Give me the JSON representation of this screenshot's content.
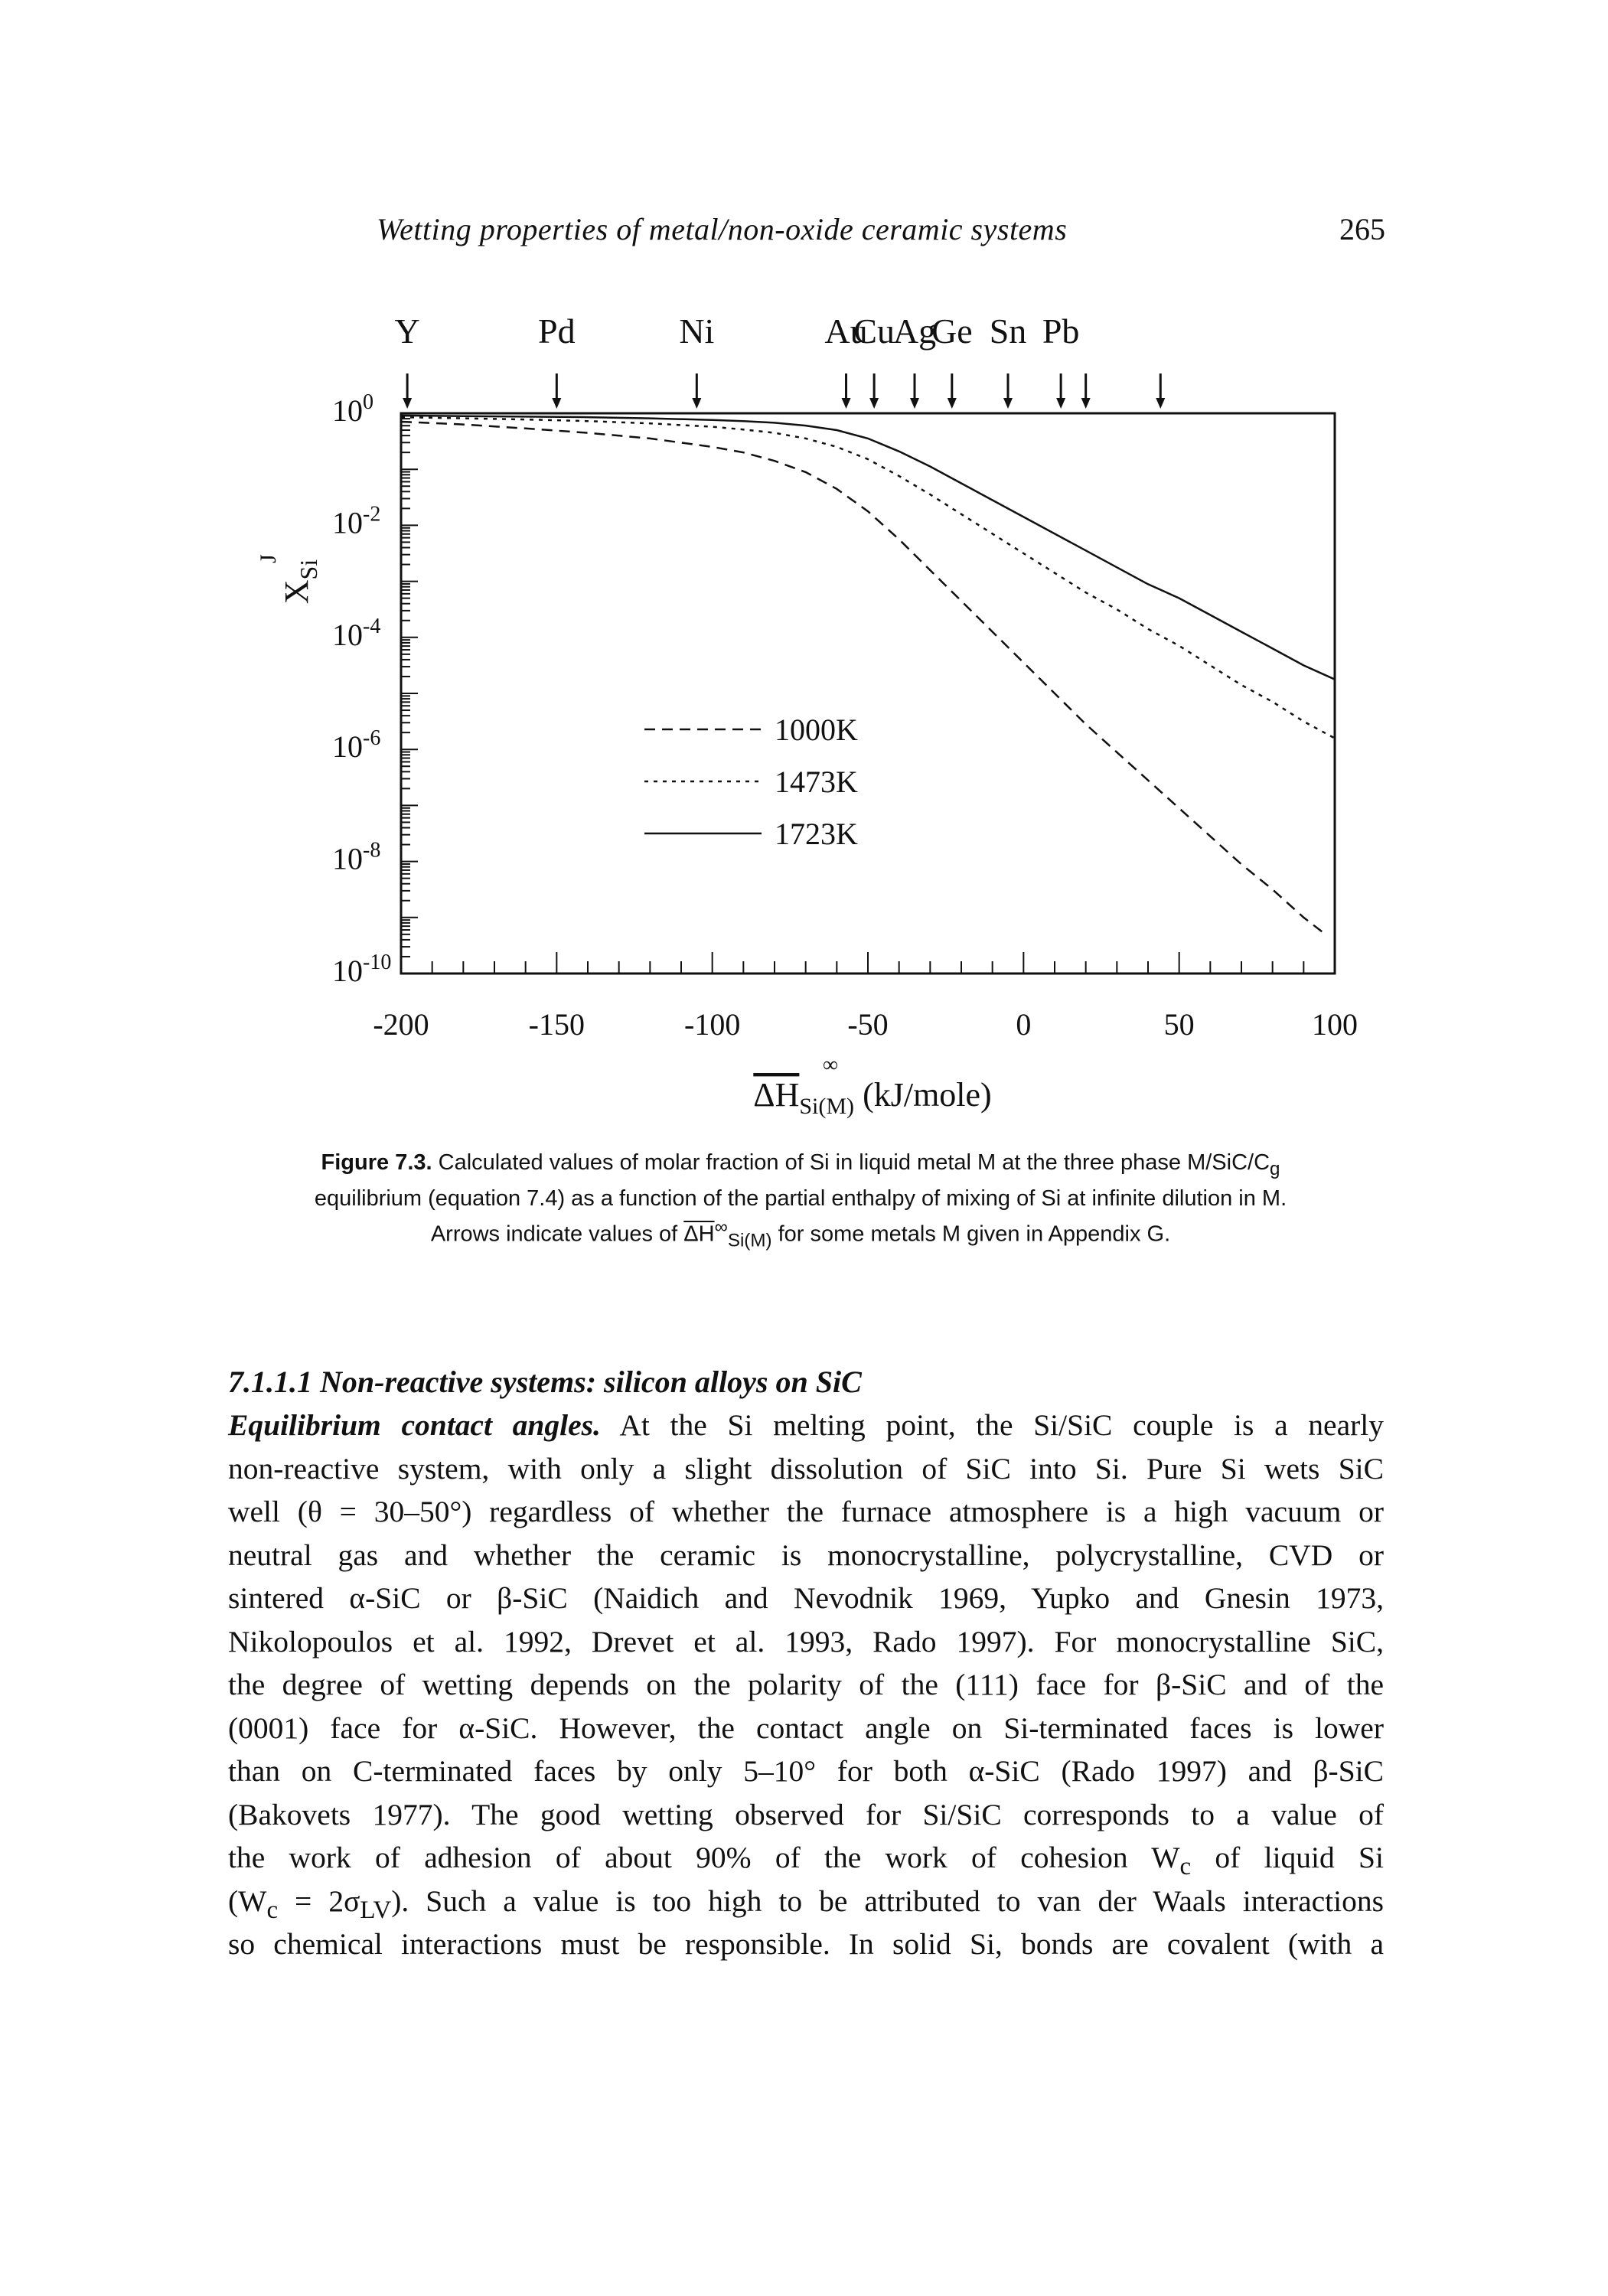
{
  "running_head": {
    "title": "Wetting properties of metal/non-oxide ceramic systems",
    "page_number": "265"
  },
  "figure": {
    "caption": {
      "label": "Figure 7.3.",
      "line1": " Calculated values of molar fraction of Si in liquid metal M at the three phase M/SiC/C",
      "line1_sub": "g",
      "line2": "equilibrium (equation 7.4) as a function of the partial enthalpy of mixing of Si at infinite dilution in M.",
      "line3_pre": "Arrows indicate values of ",
      "line3_sym": "ΔH",
      "line3_sup": "∞",
      "line3_sub": "Si(M)",
      "line3_post": " for some metals M given in Appendix G."
    }
  },
  "chart_data": {
    "type": "line",
    "xlabel_main": "ΔH",
    "xlabel_sup": "∞",
    "xlabel_sub": "Si(M)",
    "xlabel_unit": "(kJ/mole)",
    "ylabel_main": "X",
    "ylabel_sup": "J",
    "ylabel_sub": "Si",
    "xlim": [
      -200,
      100
    ],
    "ylim_log10": [
      -10,
      0
    ],
    "y_scale": "log",
    "x_ticks": [
      "-200",
      "-150",
      "-100",
      "-50",
      "0",
      "50",
      "100"
    ],
    "y_ticks": [
      {
        "base": "10",
        "exp": "0",
        "value": 0
      },
      {
        "base": "10",
        "exp": "-2",
        "value": -2
      },
      {
        "base": "10",
        "exp": "-4",
        "value": -4
      },
      {
        "base": "10",
        "exp": "-6",
        "value": -6
      },
      {
        "base": "10",
        "exp": "-8",
        "value": -8
      },
      {
        "base": "10",
        "exp": "-10",
        "value": -10
      }
    ],
    "arrows": [
      {
        "label": "Y",
        "x": -198
      },
      {
        "label": "Pd",
        "x": -150
      },
      {
        "label": "Ni",
        "x": -105
      },
      {
        "label": "Au",
        "x": -57
      },
      {
        "label": "Cu",
        "x": -48
      },
      {
        "label": "Ag",
        "x": -35
      },
      {
        "label": "Ge",
        "x": -23
      },
      {
        "label": "Sn",
        "x": -5
      },
      {
        "label": "Pb",
        "x": 12
      },
      {
        "label": "",
        "x": 20
      },
      {
        "label": "",
        "x": 44
      }
    ],
    "series": [
      {
        "name": "1000K",
        "dash": "dashed",
        "x": [
          -200,
          -180,
          -160,
          -140,
          -120,
          -100,
          -90,
          -80,
          -70,
          -60,
          -50,
          -40,
          -30,
          -20,
          -10,
          0,
          10,
          20,
          30,
          40,
          50,
          60,
          70,
          80,
          90,
          97
        ],
        "y": [
          -0.15,
          -0.2,
          -0.27,
          -0.35,
          -0.45,
          -0.6,
          -0.7,
          -0.85,
          -1.05,
          -1.35,
          -1.75,
          -2.25,
          -2.8,
          -3.35,
          -3.9,
          -4.45,
          -5.0,
          -5.55,
          -6.05,
          -6.55,
          -7.05,
          -7.55,
          -8.05,
          -8.5,
          -9.0,
          -9.3
        ]
      },
      {
        "name": "1473K",
        "dash": "dotted",
        "x": [
          -200,
          -180,
          -160,
          -140,
          -120,
          -100,
          -90,
          -80,
          -70,
          -60,
          -50,
          -40,
          -30,
          -20,
          -10,
          0,
          10,
          20,
          30,
          40,
          50,
          60,
          70,
          80,
          90,
          100
        ],
        "y": [
          -0.07,
          -0.09,
          -0.11,
          -0.14,
          -0.18,
          -0.24,
          -0.29,
          -0.35,
          -0.45,
          -0.6,
          -0.82,
          -1.12,
          -1.45,
          -1.8,
          -2.15,
          -2.5,
          -2.85,
          -3.2,
          -3.5,
          -3.85,
          -4.15,
          -4.5,
          -4.85,
          -5.15,
          -5.5,
          -5.8
        ]
      },
      {
        "name": "1723K",
        "dash": "solid",
        "x": [
          -200,
          -180,
          -160,
          -140,
          -120,
          -100,
          -90,
          -80,
          -70,
          -60,
          -50,
          -40,
          -30,
          -20,
          -10,
          0,
          10,
          20,
          30,
          40,
          50,
          60,
          70,
          80,
          90,
          100
        ],
        "y": [
          -0.04,
          -0.05,
          -0.06,
          -0.07,
          -0.09,
          -0.12,
          -0.14,
          -0.17,
          -0.22,
          -0.3,
          -0.45,
          -0.68,
          -0.95,
          -1.25,
          -1.55,
          -1.85,
          -2.15,
          -2.45,
          -2.75,
          -3.05,
          -3.3,
          -3.6,
          -3.9,
          -4.2,
          -4.5,
          -4.75
        ]
      }
    ],
    "legend_position": "center",
    "grid": false
  },
  "section": {
    "heading": "7.1.1.1 Non-reactive systems: silicon alloys on SiC",
    "lead": "Equilibrium contact angles.",
    "lines": [
      " At the Si melting point, the Si/SiC couple is a nearly",
      "non-reactive system, with only a slight dissolution of SiC into Si. Pure Si wets SiC",
      "well (θ = 30–50°) regardless of whether the furnace atmosphere is a high vacuum or",
      "neutral gas and whether the ceramic is monocrystalline, polycrystalline, CVD or",
      "sintered α-SiC or β-SiC (Naidich and Nevodnik 1969, Yupko and Gnesin 1973,",
      "Nikolopoulos et al. 1992, Drevet et al. 1993, Rado 1997). For monocrystalline SiC,",
      "the degree of wetting depends on the polarity of the (111) face for β-SiC and of the",
      "(0001) face for α-SiC. However, the contact angle on Si-terminated faces is lower",
      "than on C-terminated faces by only 5–10° for both α-SiC (Rado 1997) and β-SiC",
      "(Bakovets 1977). The good wetting observed for Si/SiC corresponds to a value of",
      "the work of adhesion of about 90% of the work of cohesion W",
      "(W",
      "so chemical interactions must be responsible. In solid Si, bonds are covalent (with a"
    ],
    "line11_sub": "c",
    "line11_tail": " of liquid Si",
    "line12_sub": "c",
    "line12_mid": " = 2σ",
    "line12_sub2": "LV",
    "line12_tail": "). Such a value is too high to be attributed to van der Waals interactions"
  }
}
